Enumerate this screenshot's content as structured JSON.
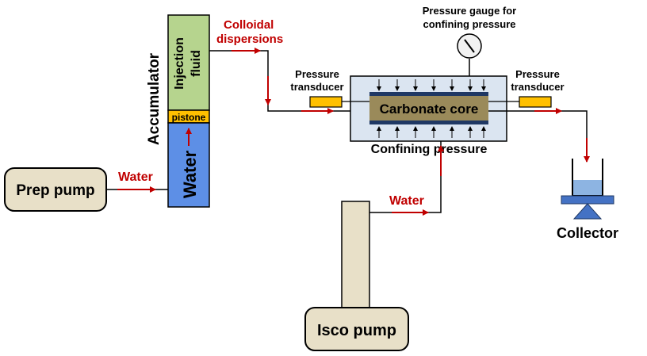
{
  "labels": {
    "prep_pump": "Prep pump",
    "isco_pump": "Isco pump",
    "accumulator": "Accumulator",
    "injection_fluid_line1": "Injection",
    "injection_fluid_line2": "fluid",
    "pistone": "pistone",
    "water_accumulator": "Water",
    "water_prep_line": "Water",
    "water_isco_line": "Water",
    "colloidal_line1": "Colloidal",
    "colloidal_line2": "dispersions",
    "pressure_gauge_line1": "Pressure gauge for",
    "pressure_gauge_line2": "confining pressure",
    "transducer_left_line1": "Pressure",
    "transducer_left_line2": "transducer",
    "transducer_right_line1": "Pressure",
    "transducer_right_line2": "transducer",
    "carbonate_core": "Carbonate core",
    "confining_pressure": "Confining pressure",
    "collector": "Collector"
  },
  "colors": {
    "pump_fill": "#e8e0c8",
    "injection_fluid": "#b6d48e",
    "water": "#5d8fe6",
    "pistone": "#ffc000",
    "core": "#9a8a5a",
    "core_cell": "#dbe5f1",
    "transducer": "#ffc000",
    "flow_arrow": "#c00000",
    "collector_fluid": "#8db4e2",
    "collector_base": "#4472c4"
  },
  "icons": {
    "gauge": "pressure-gauge-icon",
    "collector": "collector-stand-icon"
  }
}
